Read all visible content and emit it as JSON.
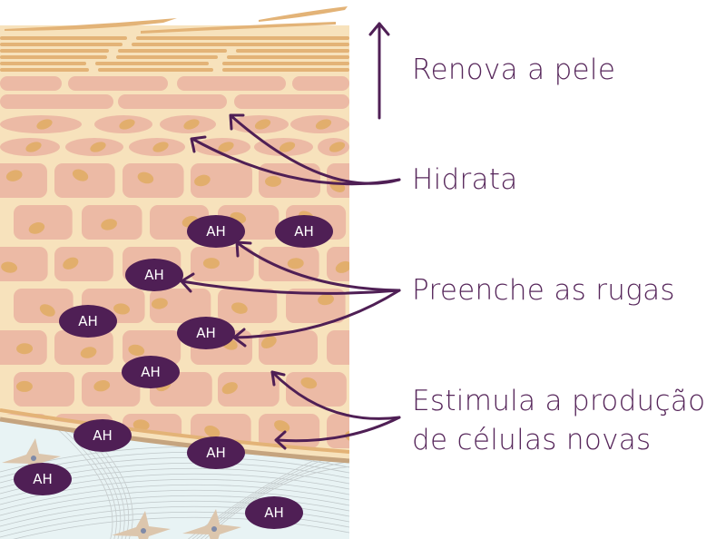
{
  "labels": {
    "renew": "Renova a pele",
    "hydrate": "Hidrata",
    "fill": "Preenche as rugas",
    "stimulate_line1": "Estimula a produção",
    "stimulate_line2": "de células novas"
  },
  "molecule_label": "AH",
  "colors": {
    "epidermis_bg": "#f7e2bc",
    "cell": "#ecbaa5",
    "nucleus": "#e2ae6c",
    "dermis": "#e8f3f4",
    "accent": "#4f1f55"
  }
}
